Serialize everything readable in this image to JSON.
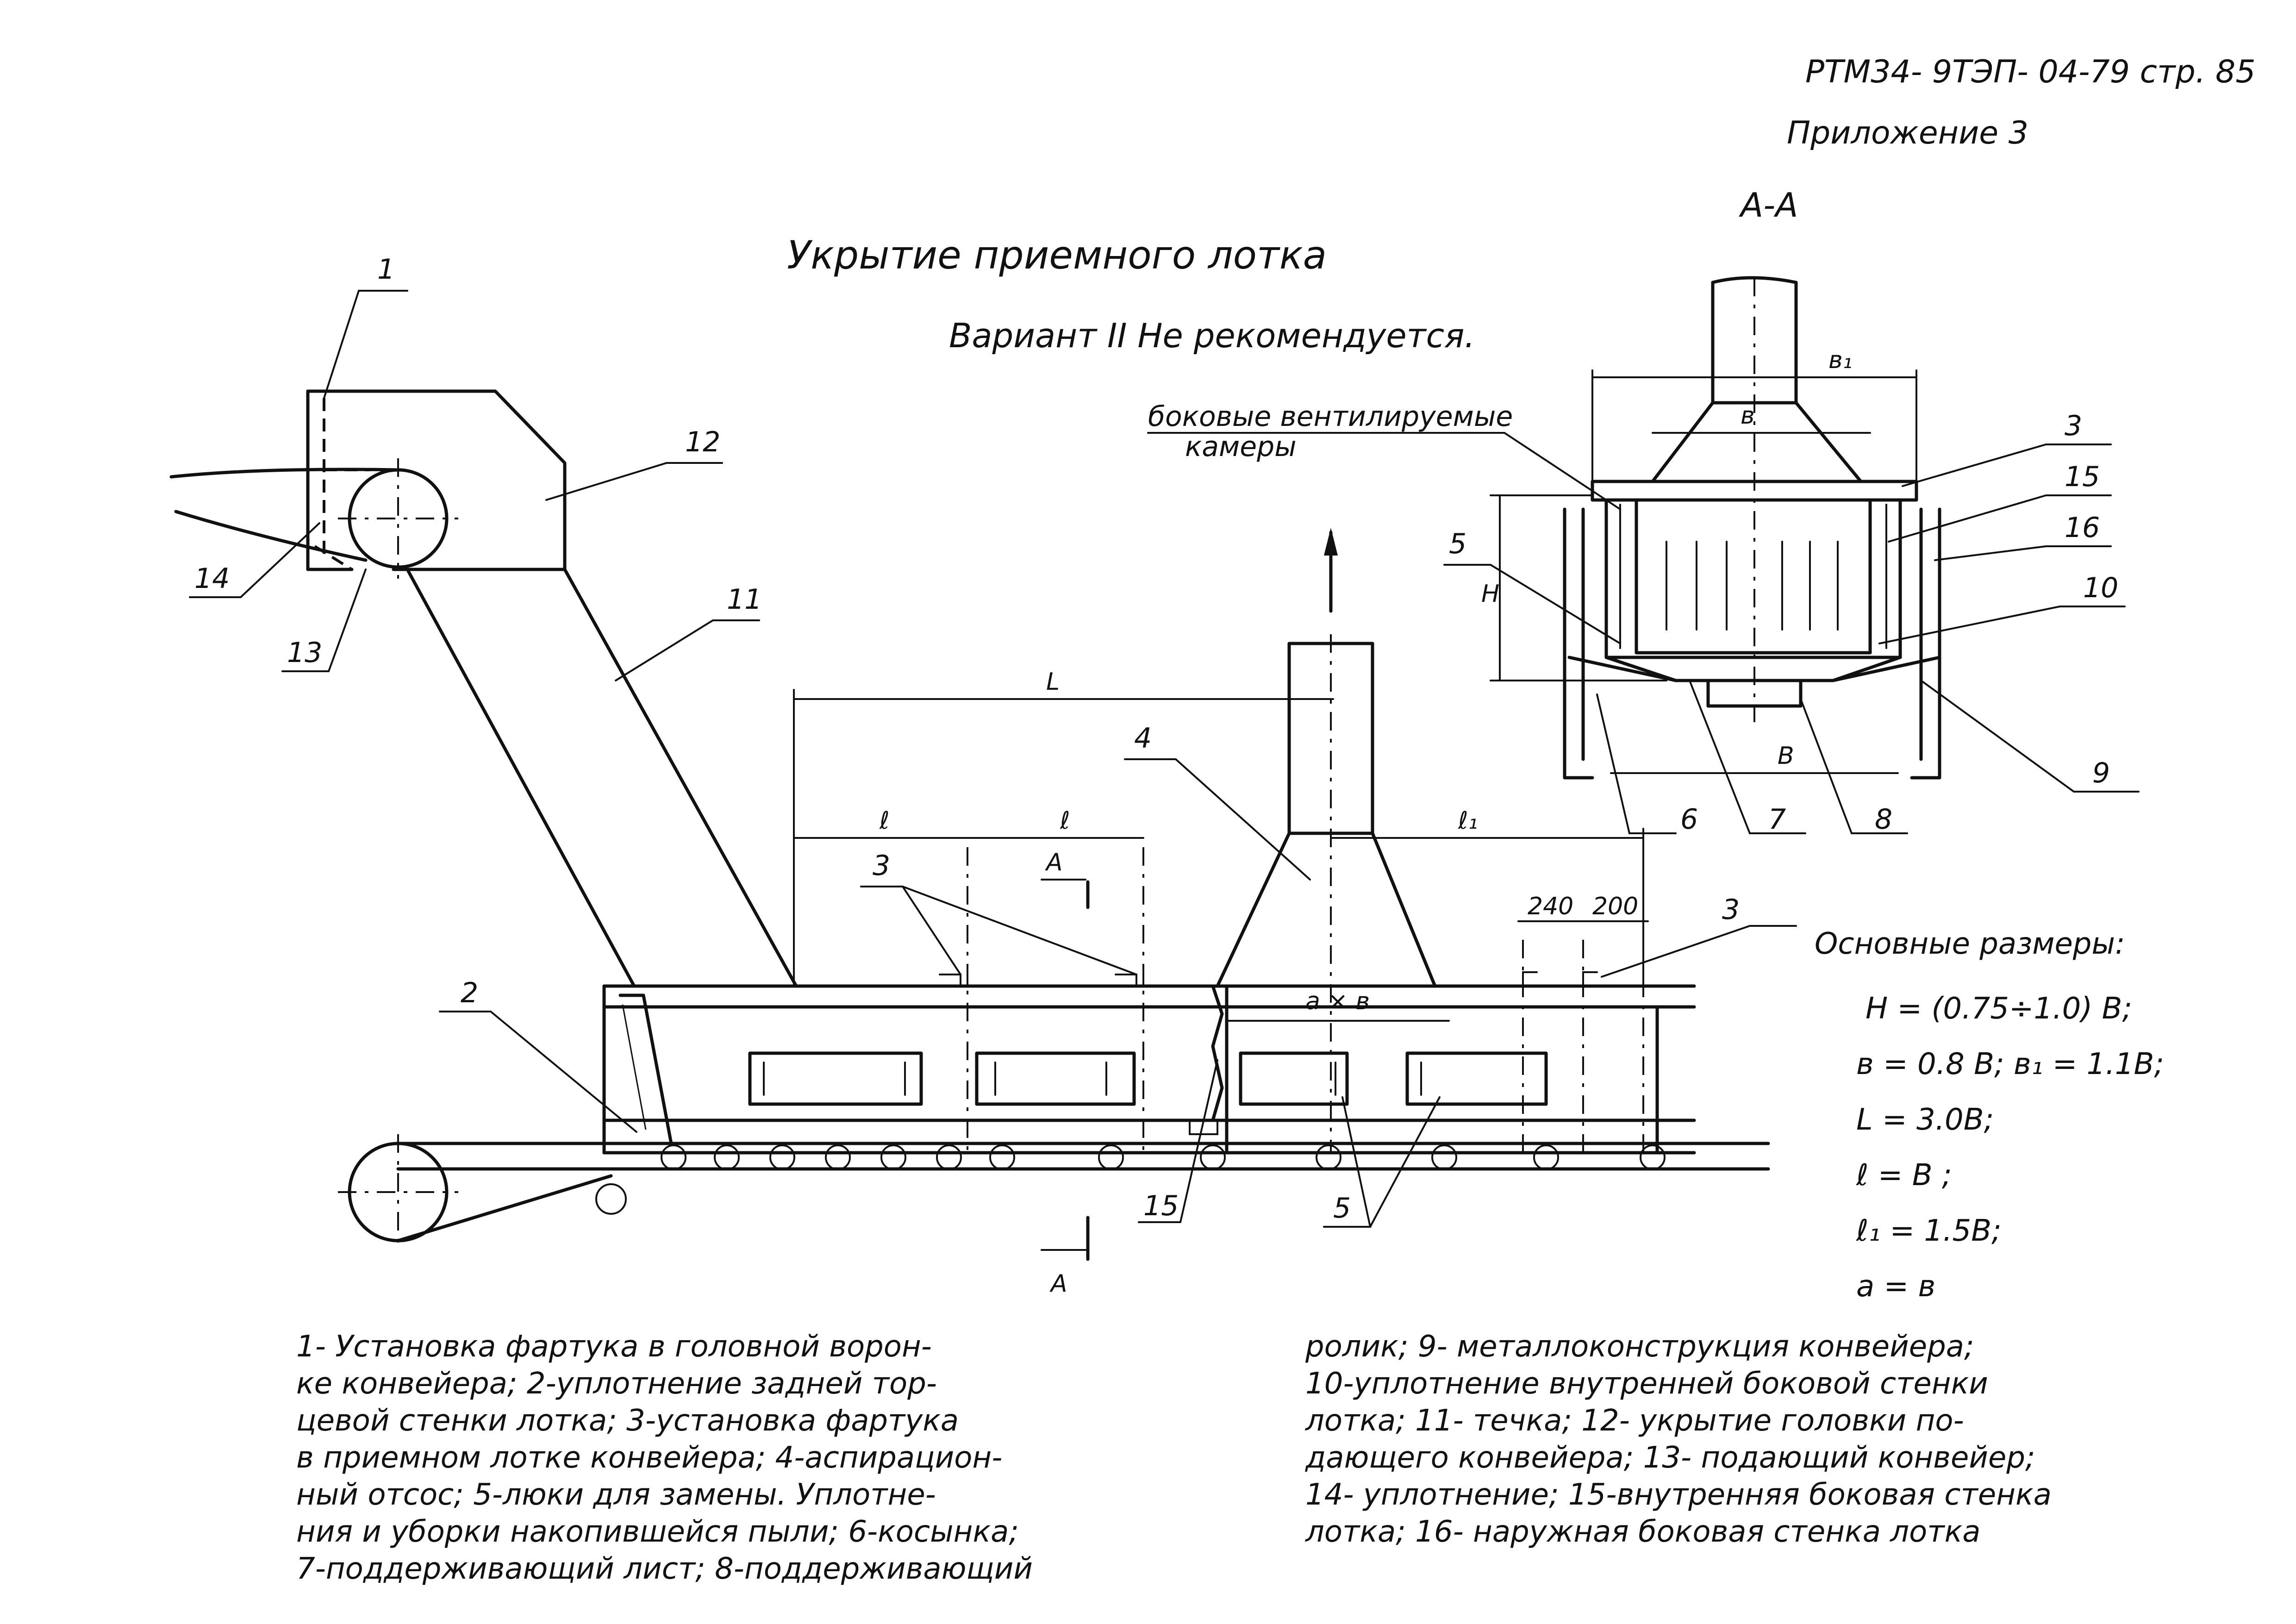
{
  "header": {
    "doc_ref": "РТМ34- 9ТЭП- 04-79   стр. 85",
    "appendix": "Приложение 3"
  },
  "title": "Укрытие приемного лотка",
  "subtitle": "Вариант II  Не рекомендуется.",
  "section_label": "А-А",
  "side_chambers_label": [
    "боковые вентилируемые",
    "камеры"
  ],
  "callouts": {
    "c1": "1",
    "c2": "2",
    "c3a": "3",
    "c3b": "3",
    "c3c": "3",
    "c4": "4",
    "c5a": "5",
    "c5b": "5",
    "c6": "6",
    "c7": "7",
    "c8": "8",
    "c9": "9",
    "c10": "10",
    "c11": "11",
    "c12": "12",
    "c13": "13",
    "c14": "14",
    "c15a": "15",
    "c15b": "15",
    "c16": "16"
  },
  "dimension_labels": {
    "L": "L",
    "l1": "ℓ",
    "l2": "ℓ",
    "l3": "ℓ₁",
    "ab": "a × в",
    "d240": "240",
    "d200": "200",
    "B1": "в₁",
    "b": "в",
    "H": "H",
    "B": "В",
    "sectionA_top": "А",
    "sectionA_bottom": "А"
  },
  "main_dims": {
    "heading": "Основные размеры:",
    "lines": [
      "H = (0.75÷1.0) В;",
      "в = 0.8 В;  в₁ = 1.1В;",
      "L = 3.0В;",
      "ℓ = В ;",
      "ℓ₁ = 1.5В;",
      "a = в"
    ]
  },
  "legend_left": [
    "1- Установка  фартука  в  головной  ворон-",
    "ке  конвейера; 2-уплотнение  задней  тор-",
    "цевой  стенки  лотка; 3-установка фартука",
    "в  приемном  лотке  конвейера;  4-аспирацион-",
    "ный  отсос; 5-люки  для   замены. Уплотне-",
    "ния  и  уборки  накопившейся  пыли;  6-косынка;",
    "7-поддерживающий   лист; 8-поддерживающий"
  ],
  "legend_right": [
    "ролик;  9- металлоконструкция  конвейера;",
    "10-уплотнение  внутренней  боковой  стенки",
    "лотка;  11- течка;  12- укрытие   головки  по-",
    "дающего  конвейера;  13- подающий конвейер;",
    "14- уплотнение; 15-внутренняя  боковая стенка",
    "лотка;  16- наружная   боковая  стенка лотка"
  ]
}
